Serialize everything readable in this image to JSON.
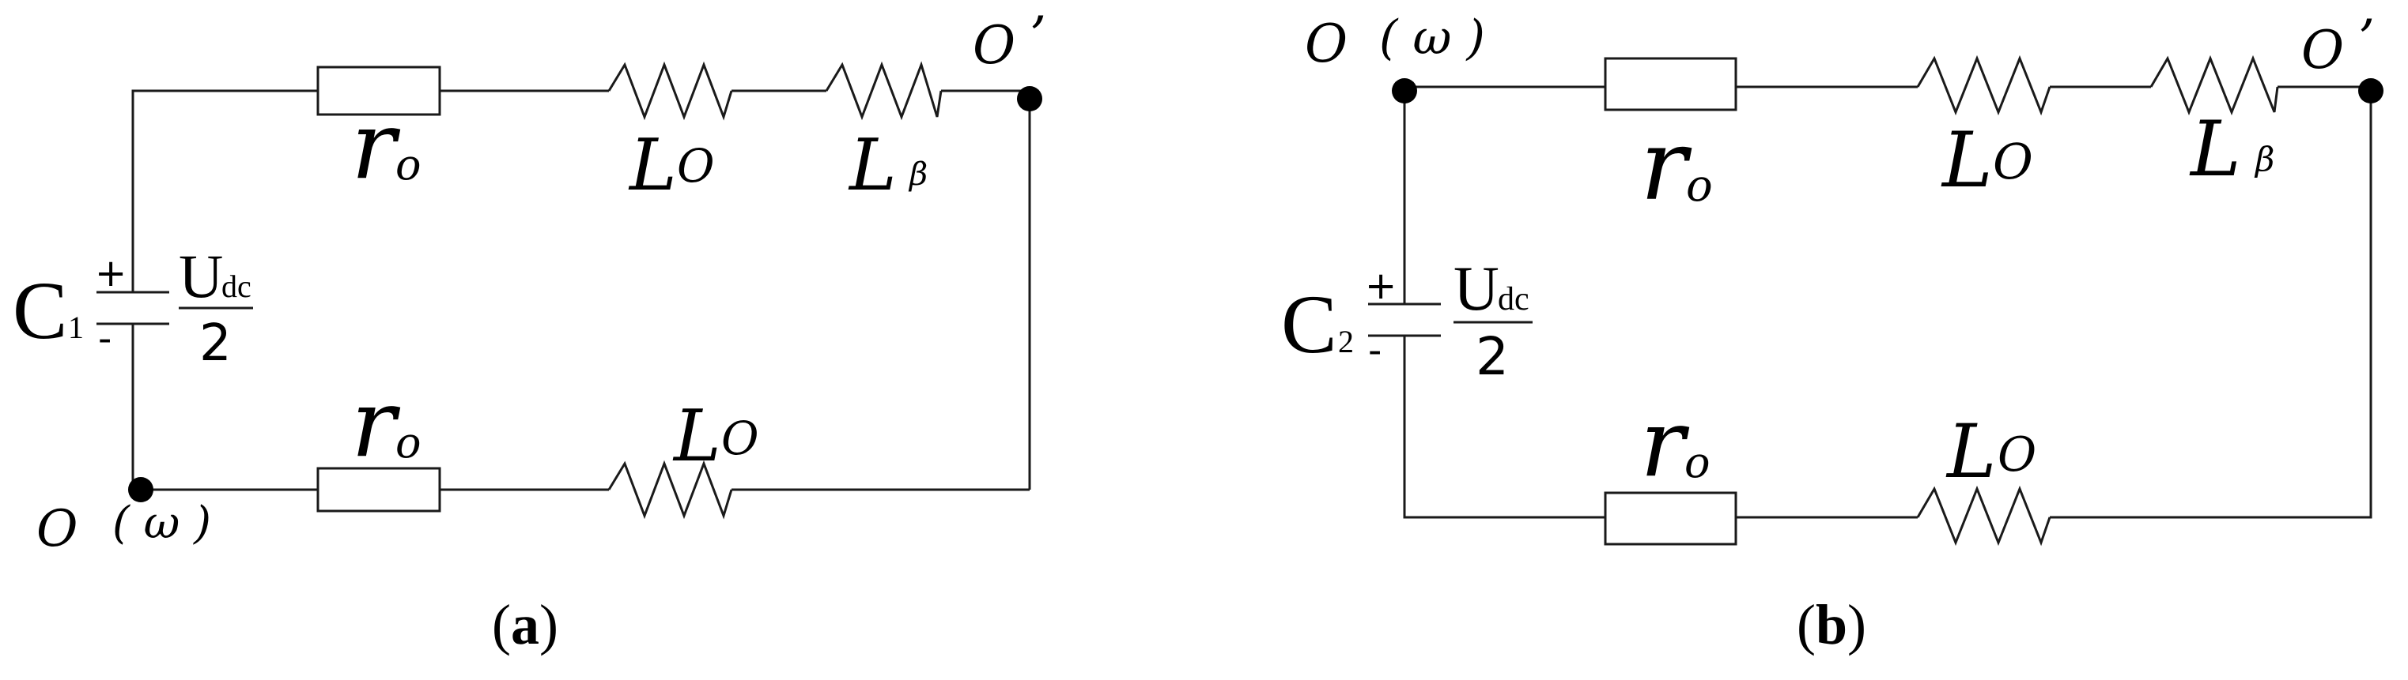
{
  "figure_a": {
    "caption_open": "(",
    "caption_letter": "a",
    "caption_close": ")",
    "node_top": "O",
    "node_top_prime": "’",
    "node_bottom": "O",
    "node_bottom_omega": "( ω )",
    "resistor_top_main": "r",
    "resistor_top_sub": "o",
    "inductor_top1_main": "L",
    "inductor_top1_sub": "O",
    "inductor_top2_main": "L",
    "inductor_top2_sub": "β",
    "resistor_bottom_main": "r",
    "resistor_bottom_sub": "o",
    "inductor_bottom_main": "L",
    "inductor_bottom_sub": "O",
    "capacitor_main": "C",
    "capacitor_sub": "1",
    "plus": "+",
    "minus": "-",
    "voltage_num_main": "U",
    "voltage_num_sub": "dc",
    "voltage_den": "2"
  },
  "figure_b": {
    "caption_open": "(",
    "caption_letter": "b",
    "caption_close": ")",
    "node_top": "O",
    "node_top_omega": "( ω )",
    "node_right": "O",
    "node_right_prime": "’",
    "resistor_top_main": "r",
    "resistor_top_sub": "o",
    "inductor_top1_main": "L",
    "inductor_top1_sub": "O",
    "inductor_top2_main": "L",
    "inductor_top2_sub": "β",
    "resistor_bottom_main": "r",
    "resistor_bottom_sub": "o",
    "inductor_bottom_main": "L",
    "inductor_bottom_sub": "O",
    "capacitor_main": "C",
    "capacitor_sub": "2",
    "plus": "+",
    "minus": "-",
    "voltage_num_main": "U",
    "voltage_num_sub": "dc",
    "voltage_den": "2"
  }
}
